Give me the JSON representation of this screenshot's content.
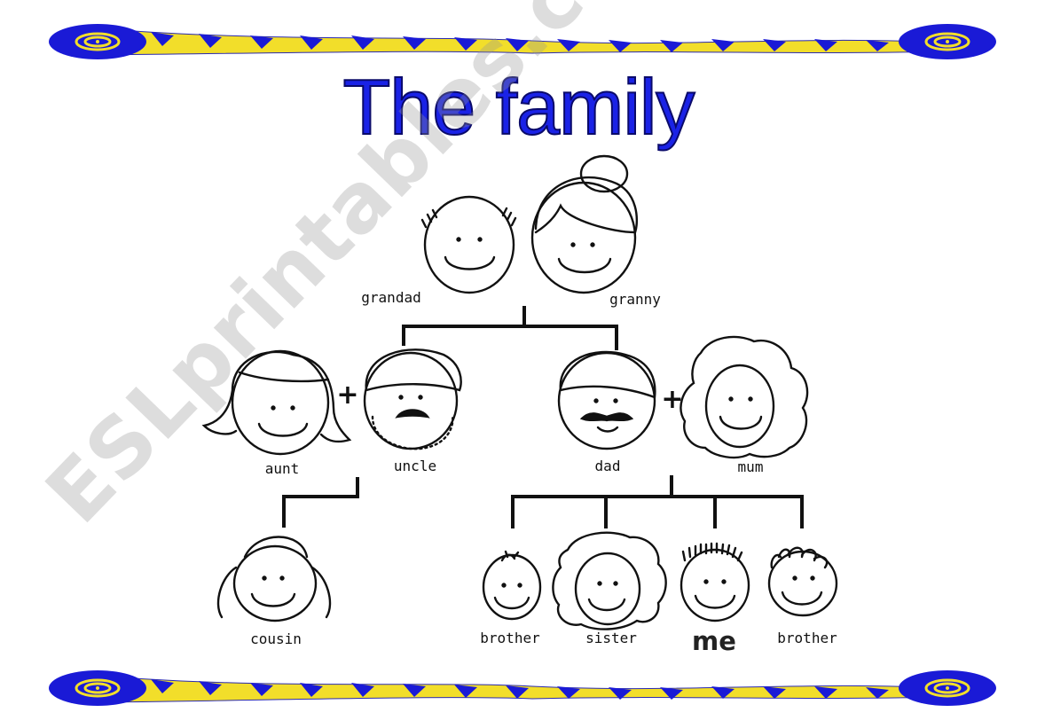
{
  "title": "The family",
  "watermark": "ESLprintables.com",
  "colors": {
    "title": "#1a22e6",
    "border_blue": "#1a1ad6",
    "border_yellow": "#f2de2a",
    "ink": "#111111"
  },
  "members": {
    "grandad": "grandad",
    "granny": "granny",
    "aunt": "aunt",
    "uncle": "uncle",
    "dad": "dad",
    "mum": "mum",
    "cousin": "cousin",
    "brother_1": "brother",
    "sister": "sister",
    "me": "me",
    "brother_2": "brother"
  },
  "plus_sign": "+"
}
